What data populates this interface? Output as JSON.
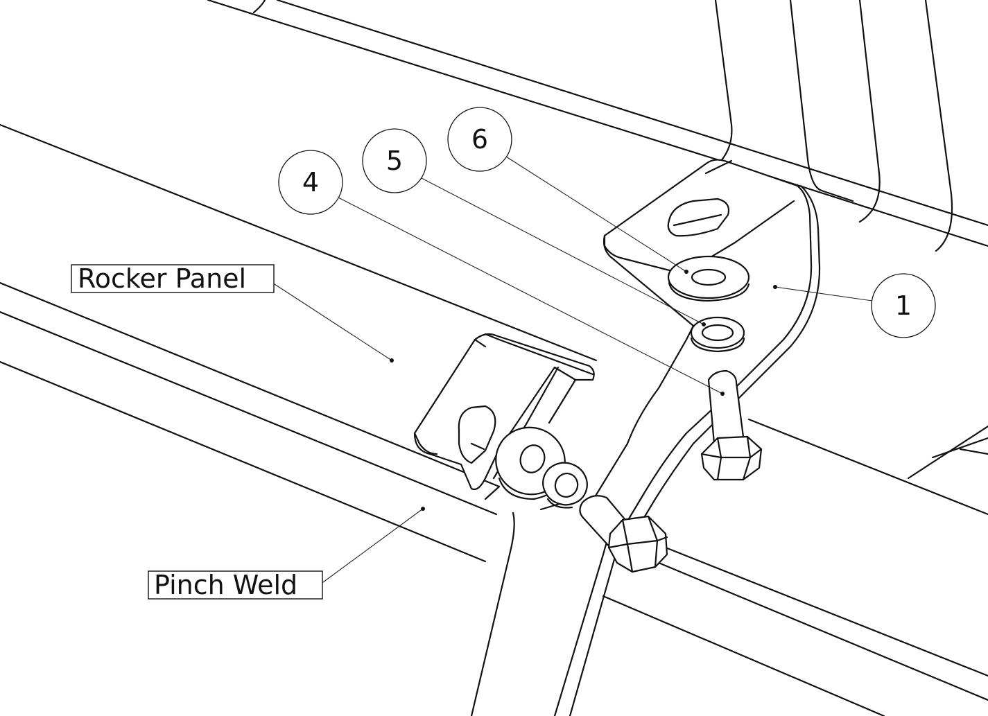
{
  "labels": {
    "rocker_panel": "Rocker Panel",
    "pinch_weld": "Pinch Weld"
  },
  "balloons": {
    "item_1": "1",
    "item_4": "4",
    "item_5": "5",
    "item_6": "6"
  }
}
